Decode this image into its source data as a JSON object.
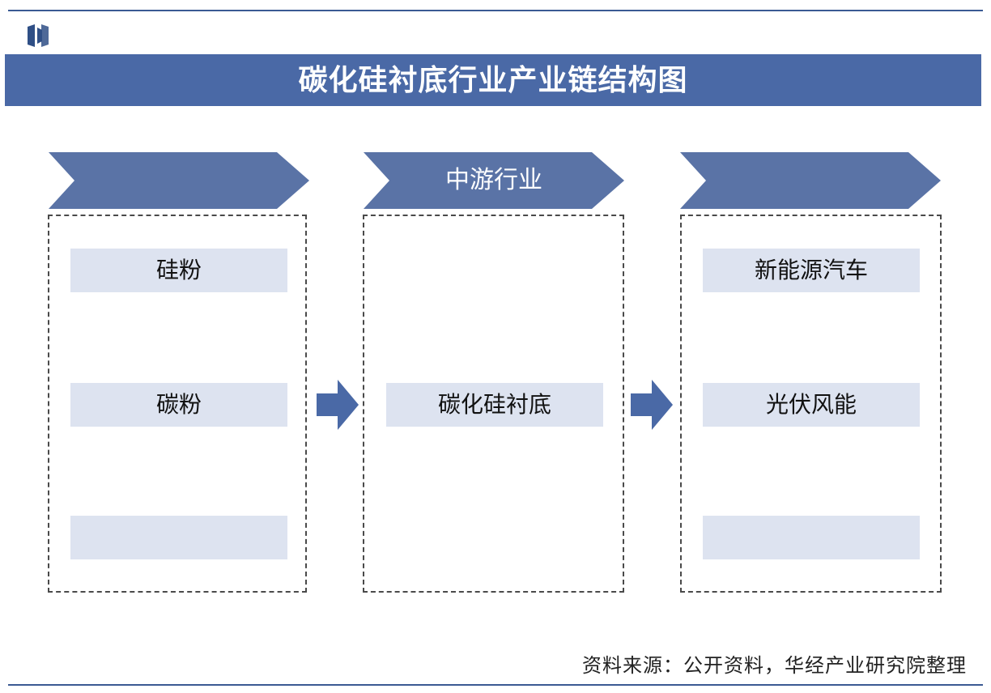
{
  "title": "碳化硅衬底行业产业链结构图",
  "stages": [
    {
      "label": "",
      "items": [
        "硅粉",
        "碳粉",
        ""
      ]
    },
    {
      "label": "中游行业",
      "items": [
        "碳化硅衬底"
      ]
    },
    {
      "label": "",
      "items": [
        "新能源汽车",
        "光伏风能",
        ""
      ]
    }
  ],
  "source": "资料来源：公开资料，华经产业研究院整理",
  "colors": {
    "primary": "#4a69a6",
    "chevron": "#5a73a6",
    "item_bg": "#dde3f0"
  }
}
